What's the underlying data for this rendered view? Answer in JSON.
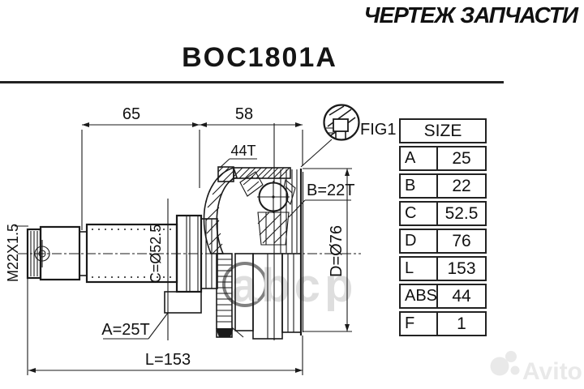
{
  "header": {
    "title": "ЧЕРТЕЖ ЗАПЧАСТИ",
    "part_number": "BOC1801A"
  },
  "figure": {
    "label": "FIG1"
  },
  "dims": {
    "top_left": "65",
    "top_right": "58",
    "abs_teeth": "44T",
    "thread": "M22X1.5",
    "spline_outer": "A=25T",
    "spline_inner": "B=22T",
    "dia_c": "C=Ø52.5",
    "dia_d": "D=Ø76",
    "length": "L=153"
  },
  "size_table": {
    "header": "SIZE",
    "rows": [
      {
        "label": "A",
        "value": "25"
      },
      {
        "label": "B",
        "value": "22"
      },
      {
        "label": "C",
        "value": "52.5"
      },
      {
        "label": "D",
        "value": "76"
      },
      {
        "label": "L",
        "value": "153"
      },
      {
        "label": "ABS",
        "value": "44"
      },
      {
        "label": "F",
        "value": "1"
      }
    ]
  },
  "watermarks": {
    "center": "abcp",
    "corner": "Avito"
  }
}
